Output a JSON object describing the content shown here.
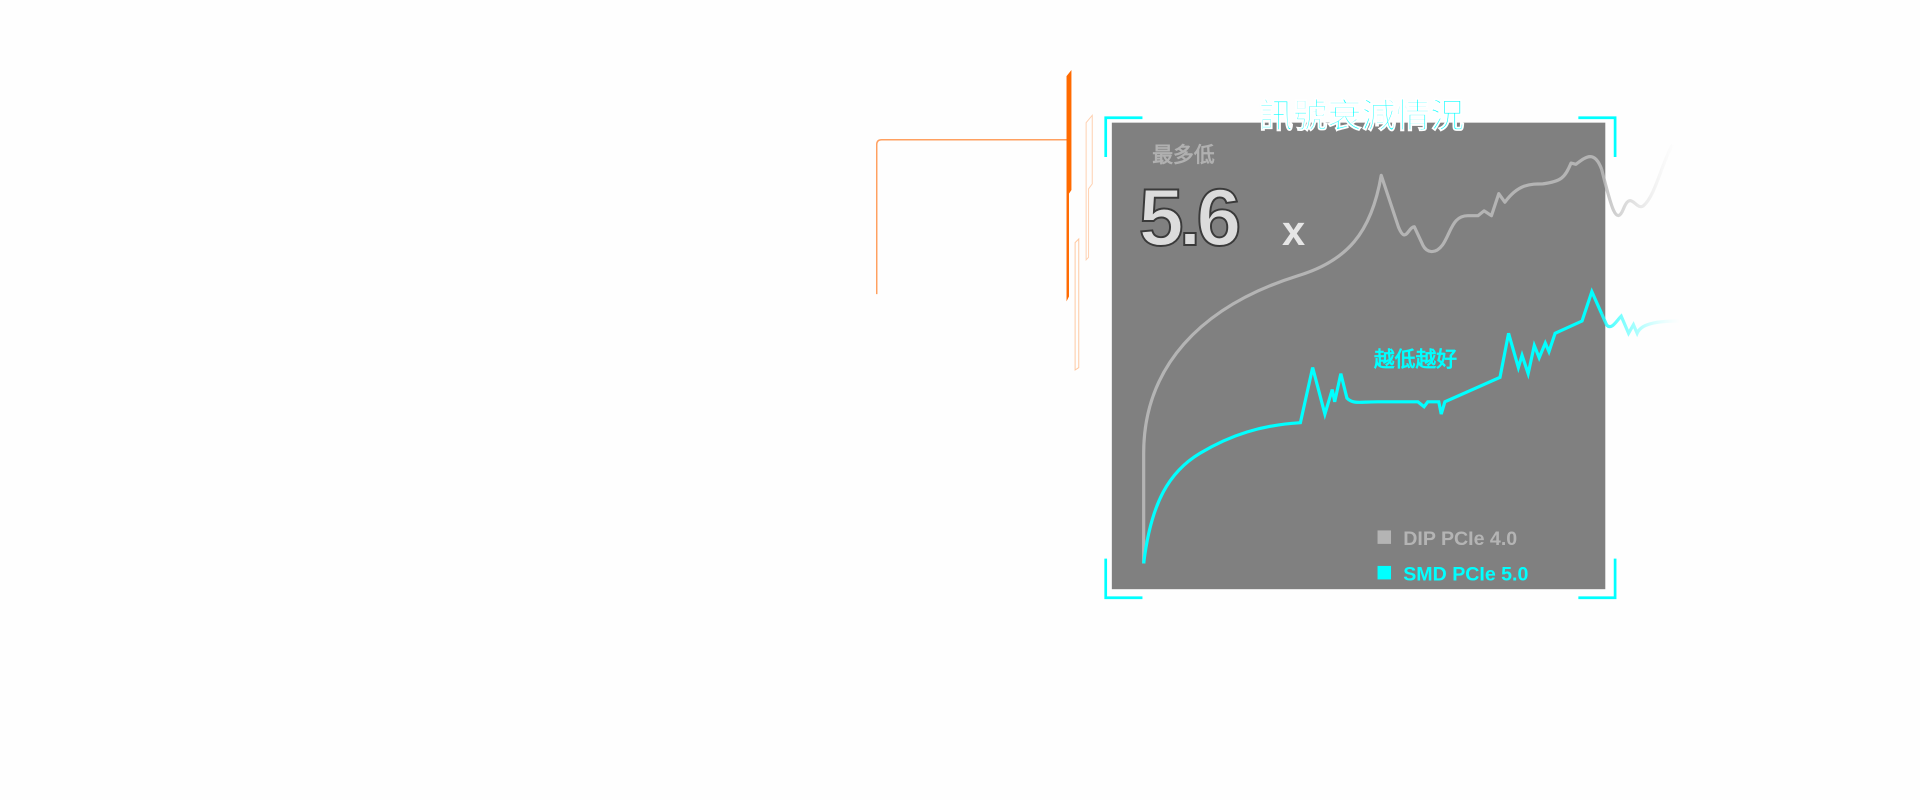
{
  "chart_data": {
    "type": "line",
    "title": "訊號衰減情況",
    "headline_prefix": "最多低",
    "headline_value": "5.6",
    "headline_unit": "x",
    "annotation": "越低越好",
    "xlabel": "",
    "ylabel": "",
    "grid": false,
    "legend_position": "bottom-right",
    "series": [
      {
        "name": "DIP PCIe 4.0",
        "color": "#b4b4b4"
      },
      {
        "name": "SMD PCIe 5.0",
        "color": "#00ffff"
      }
    ]
  },
  "colors": {
    "accent": "#00ffff",
    "panel": "#808080",
    "orange": "#ff6a00"
  }
}
